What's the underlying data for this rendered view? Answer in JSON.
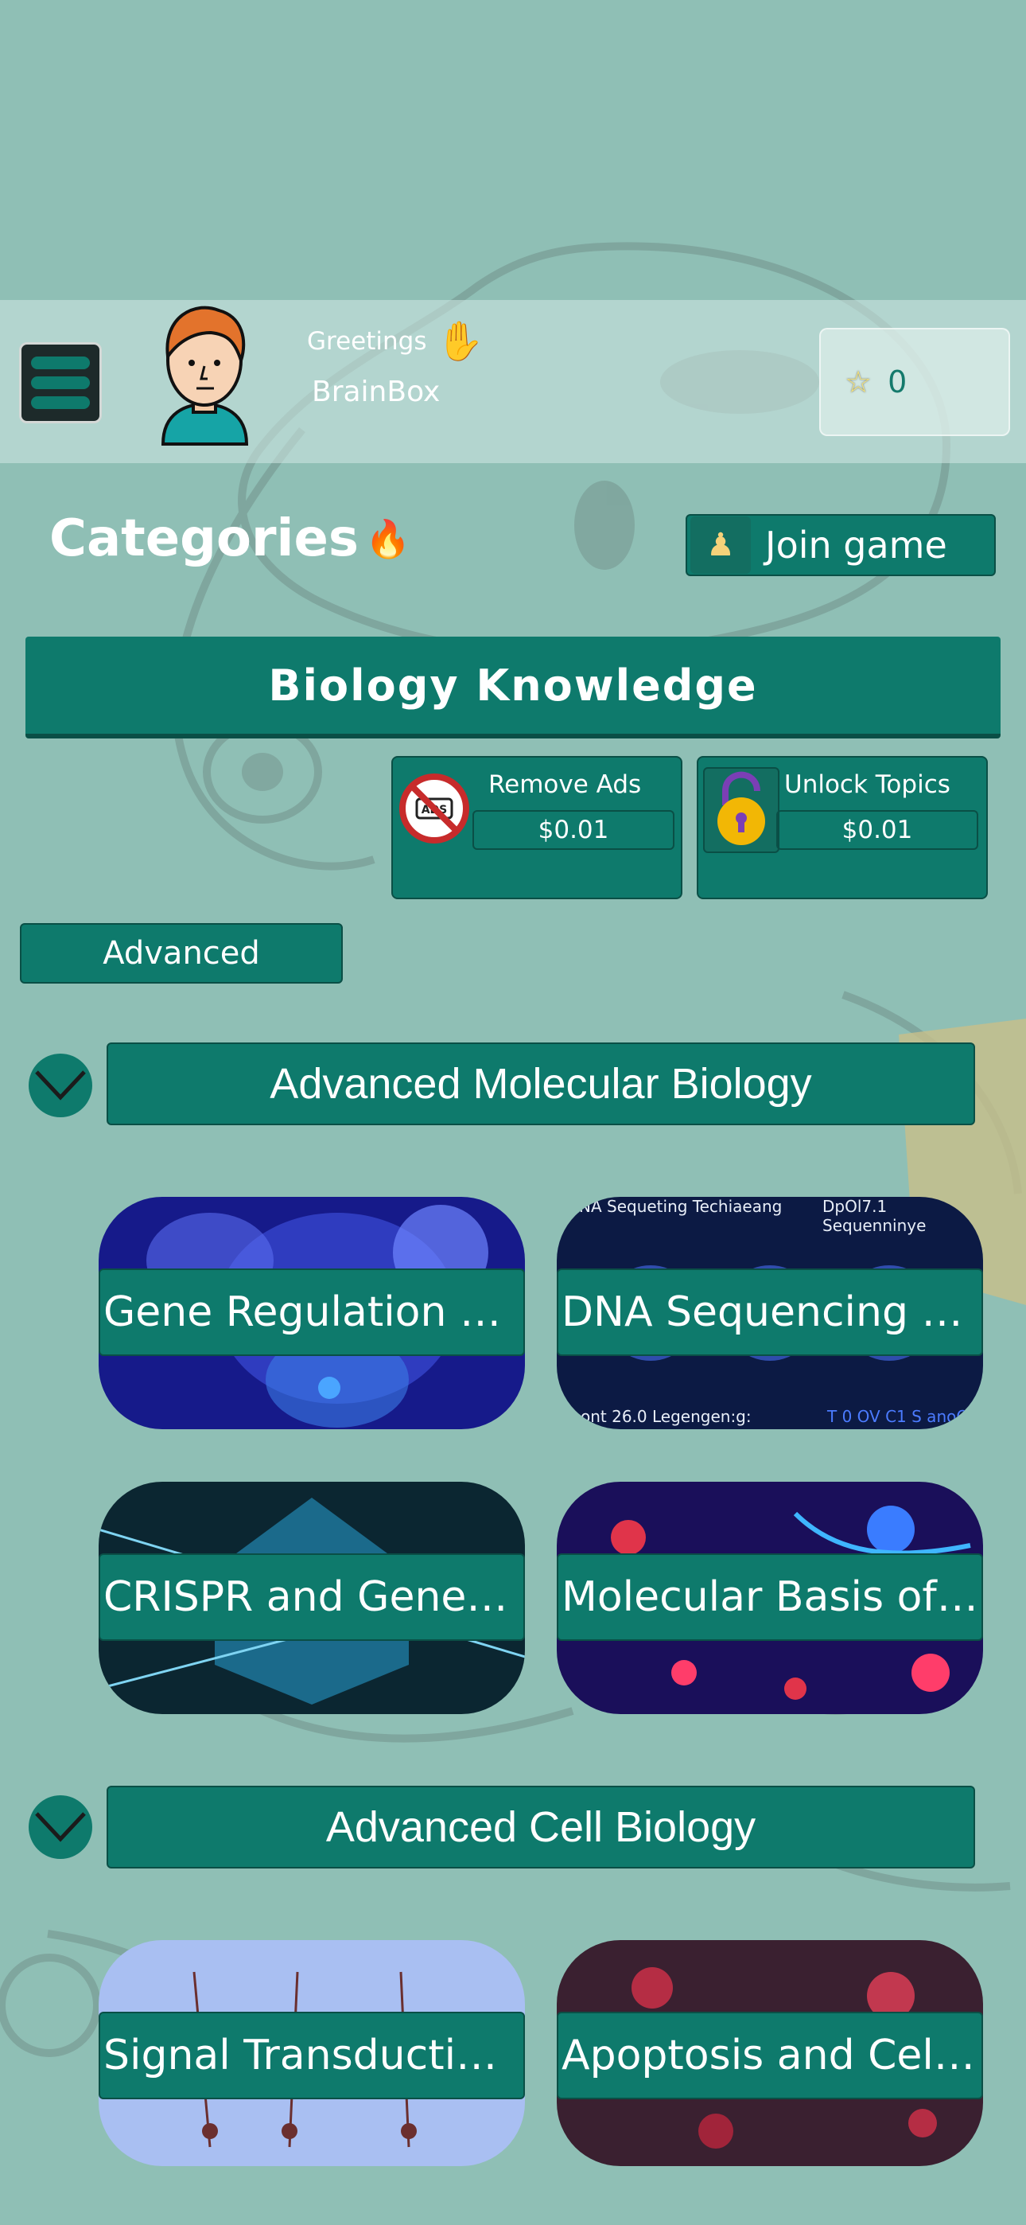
{
  "header": {
    "greeting": "Greetings",
    "username": "BrainBox",
    "score": "0",
    "menu_icon": "hamburger-menu-icon",
    "avatar_icon": "user-avatar",
    "greeting_icon": "waving-hand-icon",
    "score_icon": "star-icon"
  },
  "categories": {
    "title": "Categories",
    "title_icon": "fire-icon",
    "join_label": "Join game",
    "join_icon": "players-icon"
  },
  "quiz": {
    "title": "Biology Knowledge"
  },
  "shop": [
    {
      "label": "Remove Ads",
      "price": "$0.01",
      "icon": "no-ads-icon"
    },
    {
      "label": "Unlock Topics",
      "price": "$0.01",
      "icon": "unlock-icon"
    }
  ],
  "level": "Advanced",
  "sections": [
    {
      "title": "Advanced Molecular Biology",
      "topics": [
        {
          "label": "Gene Regulation an..."
        },
        {
          "label": "DNA Sequencing T...",
          "img_text_top_left": "NA Sequeting Techiaeang",
          "img_text_top_right": "DpOl7.1 Sequenninye",
          "img_text_bottom_left": "ont 26.0 Legengen:g:",
          "img_text_bottom_right": "T 0 OV C1 S anoO"
        },
        {
          "label": "CRISPR and Gene E..."
        },
        {
          "label": "Molecular Basis of ..."
        }
      ]
    },
    {
      "title": "Advanced Cell Biology",
      "topics": [
        {
          "label": "Signal Transduction..."
        },
        {
          "label": "Apoptosis and Cell ..."
        }
      ]
    }
  ],
  "colors": {
    "background": "#8fbfb5",
    "accent": "#0e7a6c",
    "accent_dark": "#0a4f46",
    "text": "#ffffff"
  }
}
